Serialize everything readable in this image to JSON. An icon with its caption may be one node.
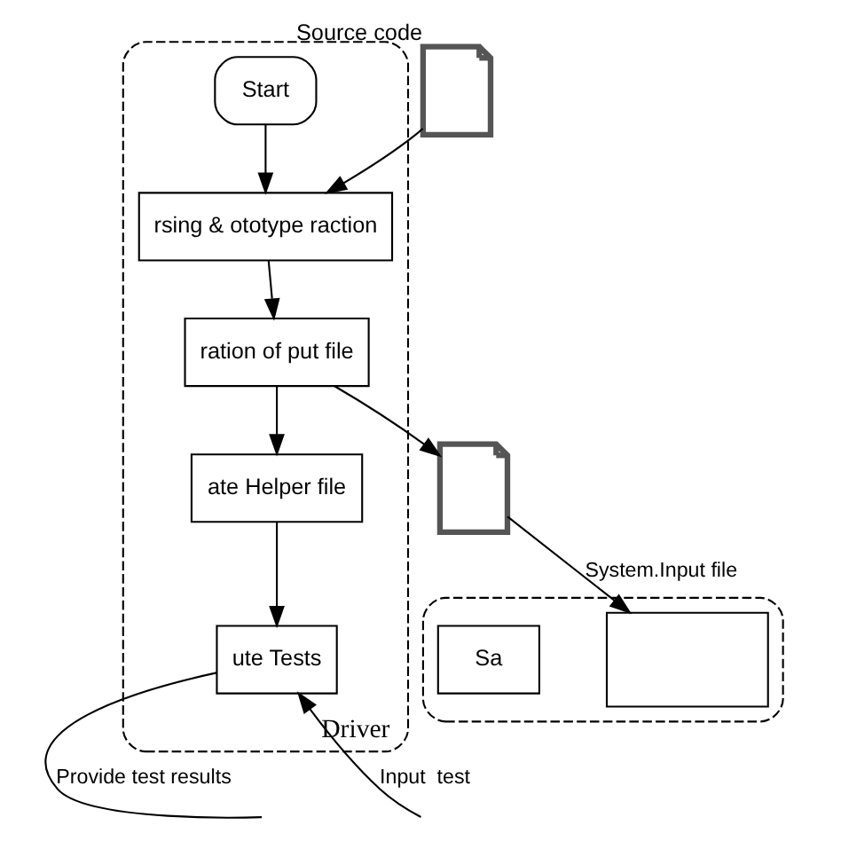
{
  "diagram": {
    "nodes": [
      {
        "text": [
          "Driver"
        ]
      },
      {
        "text": [
          "Start"
        ],
        "in": 0
      },
      {
        "text": [
          "rsing & ototype raction"
        ],
        "in": 0
      },
      {
        "text": [
          "ration of put file"
        ],
        "in": 0
      },
      {
        "text": [
          "ate Helper file"
        ],
        "in": 0
      },
      {
        "text": [
          "ute Tests"
        ],
        "in": 0
      },
      {
        "text": [],
        "shape": "document",
        "beside": [
          "Source code"
        ]
      },
      {
        "text": [],
        "shape": "document"
      },
      {
        "text": [],
        "shape": "box"
      },
      {
        "text": [],
        "shape": "box",
        "in": 8
      },
      {
        "text": [
          "Sa"
        ],
        "in": 8
      }
    ],
    "edges": [
      {
        "from": 1,
        "to": 2,
        "arrow": "to"
      },
      {
        "from": 6,
        "to": 2,
        "arrow": "to"
      },
      {
        "from": 2,
        "to": 3,
        "arrow": "to"
      },
      {
        "from": 3,
        "to": 7,
        "arrow": "to"
      },
      {
        "from": 3,
        "to": 4,
        "arrow": "to"
      },
      {
        "from": 4,
        "to": 5,
        "arrow": "to"
      },
      {
        "from": 7,
        "to": 9,
        "arrow": "to",
        "label": "System.Input file"
      },
      {
        "from": 5,
        "to": null,
        "arrow": "none",
        "label": "Provide test results"
      },
      {
        "from": null,
        "to": 5,
        "arrow": "to",
        "label": "Input  test"
      }
    ]
  }
}
